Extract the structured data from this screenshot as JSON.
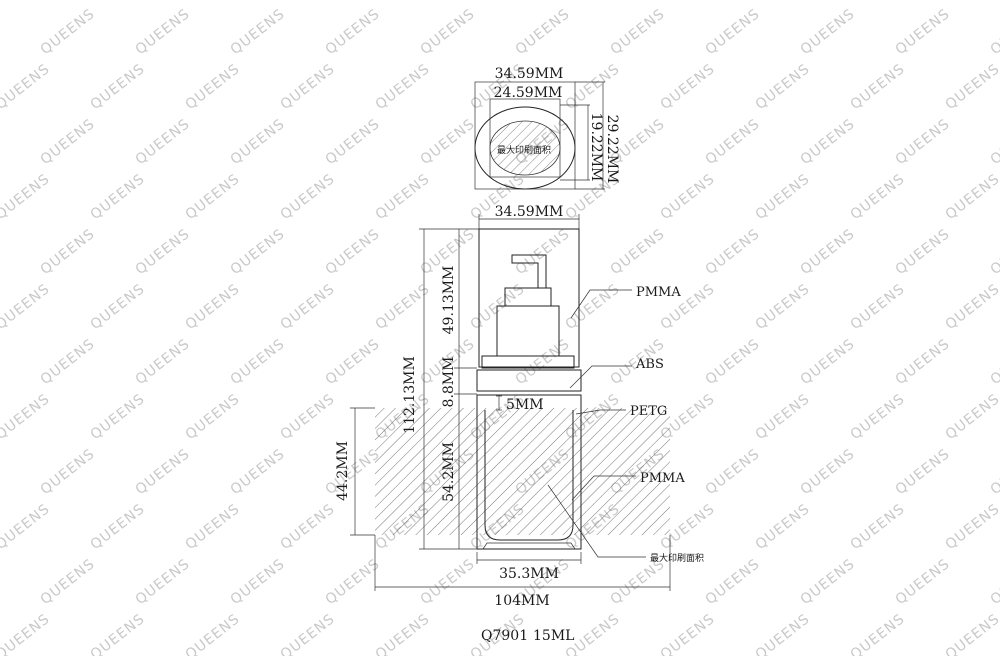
{
  "watermark": {
    "text": "QUEENS",
    "color": "#c9c9c9"
  },
  "top_view": {
    "outer_width": "34.59MM",
    "inner_width": "24.59MM",
    "outer_height": "29.22MM",
    "inner_height": "19.22MM",
    "print_area_label": "最大印刷面积"
  },
  "side_view": {
    "top_width": "34.59MM",
    "cap_height": "49.13MM",
    "collar_height": "8.8MM",
    "gap": "5MM",
    "total_height": "112.13MM",
    "bottle_height": "54.2MM",
    "print_height": "44.2MM",
    "bottom_width": "35.3MM",
    "print_length": "104MM",
    "print_area_label": "最大印刷面积"
  },
  "parts": {
    "cap": "PMMA",
    "collar": "ABS",
    "inner": "PETG",
    "bottle": "PMMA"
  },
  "caption": {
    "model": "Q7901",
    "volume": "15ML"
  }
}
